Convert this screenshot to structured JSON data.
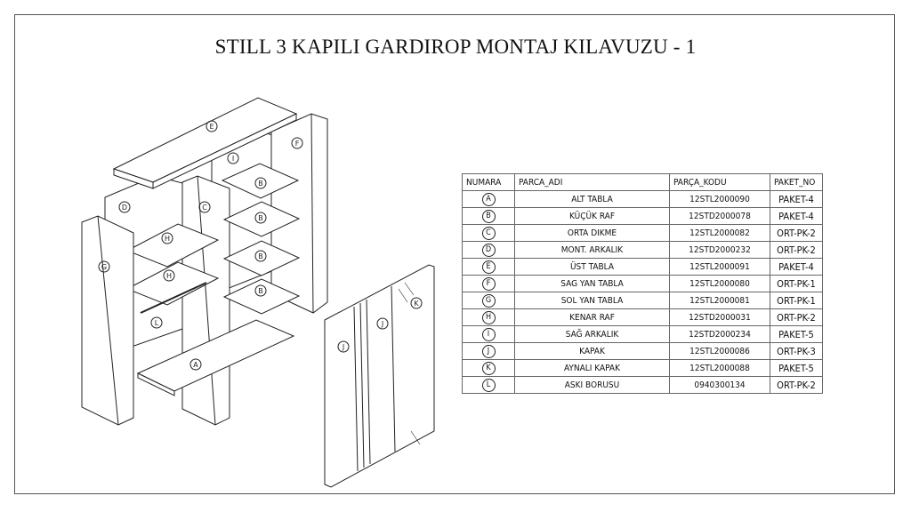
{
  "title": "STILL 3 KAPILI GARDIROP MONTAJ KILAVUZU - 1",
  "table": {
    "headers": [
      "NUMARA",
      "PARCA_ADI",
      "PARÇA_KODU",
      "PAKET_NO"
    ],
    "rows": [
      {
        "num": "A",
        "name": "ALT TABLA",
        "code": "12STL2000090",
        "pkg": "PAKET-4"
      },
      {
        "num": "B",
        "name": "KÜÇÜK RAF",
        "code": "12STD2000078",
        "pkg": "PAKET-4"
      },
      {
        "num": "C",
        "name": "ORTA DIKME",
        "code": "12STL2000082",
        "pkg": "ORT-PK-2"
      },
      {
        "num": "D",
        "name": "MONT. ARKALIK",
        "code": "12STD2000232",
        "pkg": "ORT-PK-2"
      },
      {
        "num": "E",
        "name": "ÜST TABLA",
        "code": "12STL2000091",
        "pkg": "PAKET-4"
      },
      {
        "num": "F",
        "name": "SAG YAN TABLA",
        "code": "12STL2000080",
        "pkg": "ORT-PK-1"
      },
      {
        "num": "G",
        "name": "SOL YAN TABLA",
        "code": "12STL2000081",
        "pkg": "ORT-PK-1"
      },
      {
        "num": "H",
        "name": "KENAR RAF",
        "code": "12STD2000031",
        "pkg": "ORT-PK-2"
      },
      {
        "num": "I",
        "name": "SAĞ ARKALIK",
        "code": "12STD2000234",
        "pkg": "PAKET-5"
      },
      {
        "num": "J",
        "name": "KAPAK",
        "code": "12STL2000086",
        "pkg": "ORT-PK-3"
      },
      {
        "num": "K",
        "name": "AYNALI KAPAK",
        "code": "12STL2000088",
        "pkg": "PAKET-5"
      },
      {
        "num": "L",
        "name": "ASKI BORUSU",
        "code": "0940300134",
        "pkg": "ORT-PK-2"
      }
    ]
  },
  "diagram_labels": [
    "E",
    "F",
    "I",
    "D",
    "C",
    "B",
    "B",
    "B",
    "B",
    "H",
    "H",
    "G",
    "L",
    "A",
    "J",
    "J",
    "K"
  ]
}
